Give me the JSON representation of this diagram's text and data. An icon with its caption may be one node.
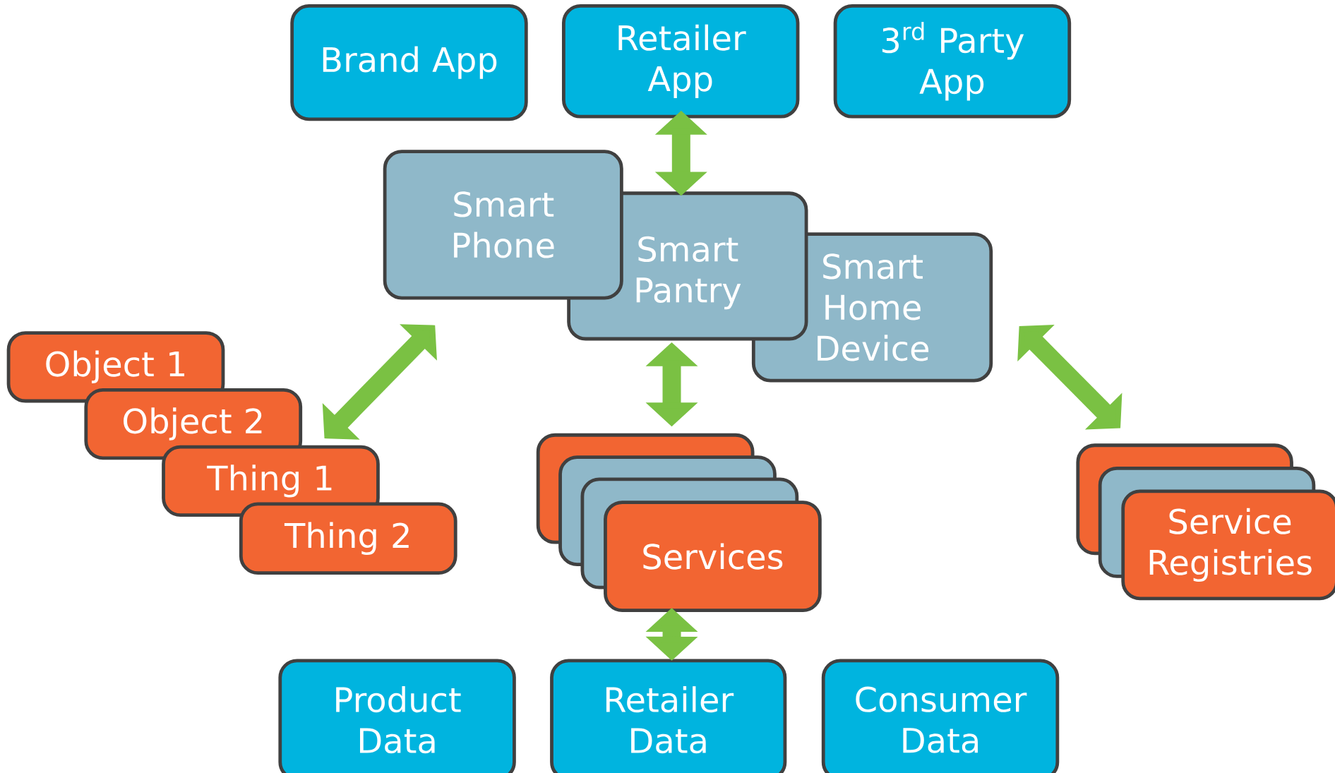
{
  "diagram": {
    "nodes": [
      {
        "text": [
          "Brand App"
        ]
      },
      {
        "text": [
          "Retailer App"
        ]
      },
      {
        "text": [
          "3$^{rd}$ Party App"
        ]
      },
      {
        "text": [
          "Smart Phone"
        ]
      },
      {
        "text": [
          "Smart Pantry"
        ]
      },
      {
        "text": [
          "Smart Home Device"
        ]
      },
      {
        "text": [
          "Object 1"
        ]
      },
      {
        "text": [
          "Object 2"
        ]
      },
      {
        "text": [
          "Thing 1"
        ]
      },
      {
        "text": [
          "Thing 2"
        ]
      },
      {
        "text": [],
        "shape": "box"
      },
      {
        "text": [
          "Services"
        ]
      },
      {
        "text": [],
        "shape": "box"
      },
      {
        "text": [],
        "shape": "box"
      },
      {
        "text": [
          "Service Registries"
        ]
      },
      {
        "text": [
          "Product Data"
        ]
      },
      {
        "text": [
          "Retailer Data"
        ]
      },
      {
        "text": [
          "Consumer Data"
        ]
      }
    ],
    "edges": [
      {
        "from": 1,
        "to": 4,
        "arrow": "both"
      },
      {
        "from": 8,
        "to": 3,
        "arrow": "both"
      },
      {
        "from": 4,
        "to": 10,
        "arrow": "both"
      },
      {
        "from": 5,
        "to": 12,
        "arrow": "both"
      },
      {
        "from": 11,
        "to": 16,
        "arrow": "both"
      }
    ]
  }
}
